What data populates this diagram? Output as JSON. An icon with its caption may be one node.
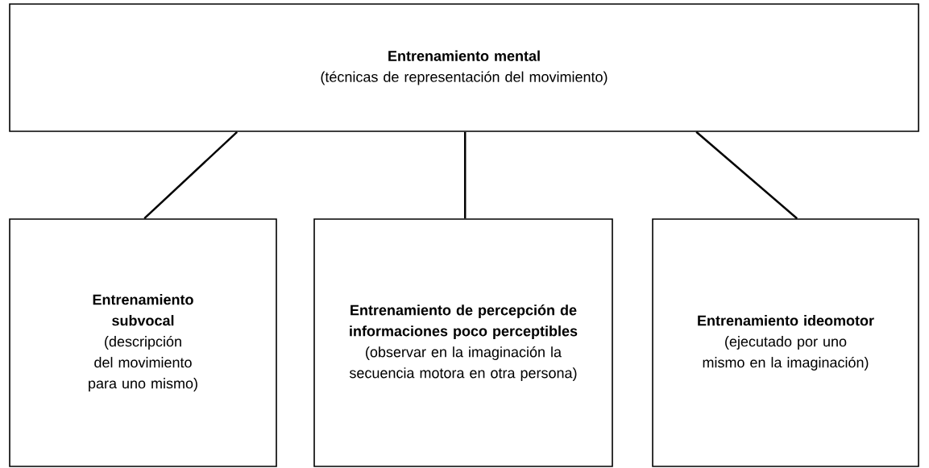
{
  "diagram": {
    "nodes": [
      {
        "text": [
          "Entrenamiento mental",
          "(técnicas de representación del movimiento)"
        ]
      },
      {
        "text": [
          "Entrenamiento subvocal",
          "(descripción del movimiento para uno mismo)"
        ]
      },
      {
        "text": [
          "Entrenamiento de percepción de informaciones poco perceptibles",
          "(observar en la imaginación la secuencia motora en otra persona)"
        ]
      },
      {
        "text": [
          "Entrenamiento ideomotor",
          "(ejecutado por uno mismo en la imaginación)"
        ]
      }
    ],
    "edges": [
      {
        "from": 0,
        "to": 1,
        "arrow": "none"
      },
      {
        "from": 0,
        "to": 2,
        "arrow": "none"
      },
      {
        "from": 0,
        "to": 3,
        "arrow": "none"
      }
    ]
  }
}
